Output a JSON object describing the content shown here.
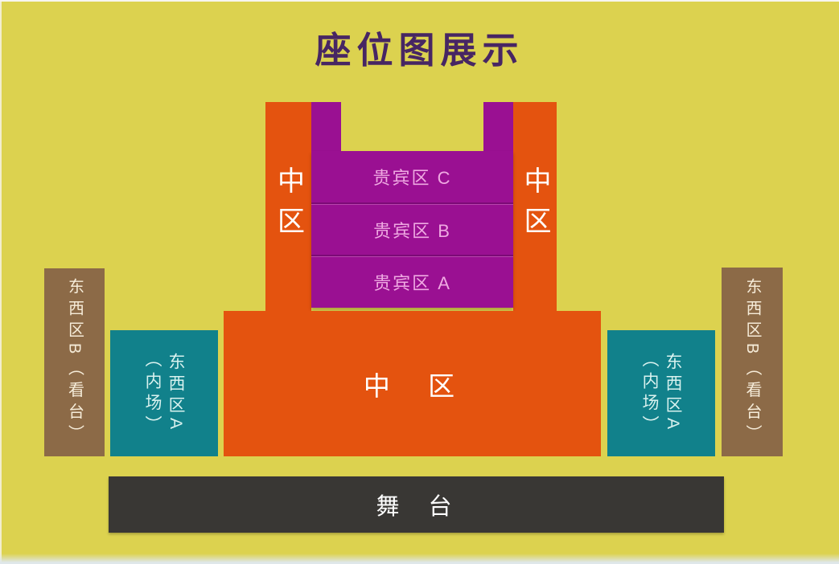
{
  "title": "座位图展示",
  "palette": {
    "background": "#dcd24f",
    "orange": "#e4530f",
    "purple": "#9a1092",
    "purple_divider": "#7c0b76",
    "teal": "#11818b",
    "brown": "#8c6a47",
    "stage_dark": "#393734",
    "title_text": "#472663",
    "vip_label_text": "#efa9e2",
    "zone_label_text": "#ffffff"
  },
  "zones": {
    "mid_column_left": {
      "label": "中区"
    },
    "mid_column_right": {
      "label": "中区"
    },
    "vip": [
      {
        "label": "贵宾区 C"
      },
      {
        "label": "贵宾区 B"
      },
      {
        "label": "贵宾区 A"
      }
    ],
    "mid_block": {
      "label": "中 区"
    },
    "inner_left": {
      "col1": "东西区A",
      "col2": "（内场）"
    },
    "inner_right": {
      "col1": "东西区A",
      "col2": "（内场）"
    },
    "stand_left": {
      "label": "东西区B（看台）"
    },
    "stand_right": {
      "label": "东西区B（看台）"
    },
    "stage": {
      "label": "舞 台"
    }
  }
}
